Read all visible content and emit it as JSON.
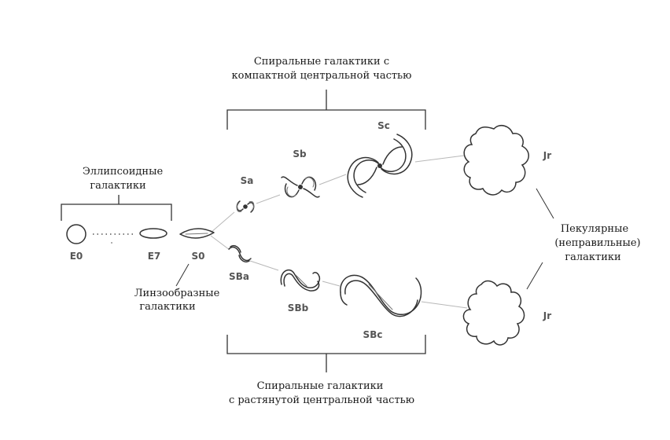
{
  "groups": {
    "elliptical": {
      "line1": "Эллипсоидные",
      "line2": "галактики"
    },
    "lenticular": {
      "line1": "Линзообразные",
      "line2": "галактики"
    },
    "spiral_compact": {
      "line1": "Спиральные галактики с",
      "line2": "компактной центральной частью"
    },
    "spiral_barred": {
      "line1": "Спиральные галактики",
      "line2": "с растянутой  центральной частью"
    },
    "peculiar": {
      "line1": "Пекулярные",
      "line2": "(неправильные)",
      "line3": "галактики"
    }
  },
  "types": {
    "e0": "E0",
    "e7": "E7",
    "s0": "S0",
    "sa": "Sa",
    "sb": "Sb",
    "sc": "Sc",
    "sba": "SBa",
    "sbb": "SBb",
    "sbc": "SBc",
    "jr_top": "Jr",
    "jr_bottom": "Jr"
  }
}
